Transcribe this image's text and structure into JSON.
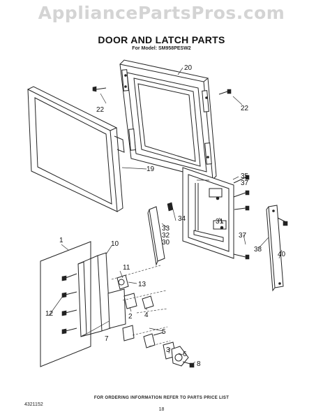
{
  "watermark": "AppliancePartsPros.com",
  "title": "DOOR AND LATCH PARTS",
  "subtitle": "For Model: SM958PESW2",
  "callouts": {
    "c1": "1",
    "c2": "2",
    "c3": "3",
    "c4": "4",
    "c5": "5",
    "c6": "6",
    "c7": "7",
    "c8": "8",
    "c10": "10",
    "c11": "11",
    "c12": "12",
    "c13": "13",
    "c19": "19",
    "c20": "20",
    "c22": "22",
    "c30": "30",
    "c31": "31",
    "c32": "32",
    "c33": "33",
    "c34": "34",
    "c35": "35",
    "c37": "37",
    "c38": "38",
    "c40": "40"
  },
  "footer_note": "FOR ORDERING INFORMATION REFER TO PARTS PRICE LIST",
  "doc_number": "4321152",
  "page_number": "18"
}
